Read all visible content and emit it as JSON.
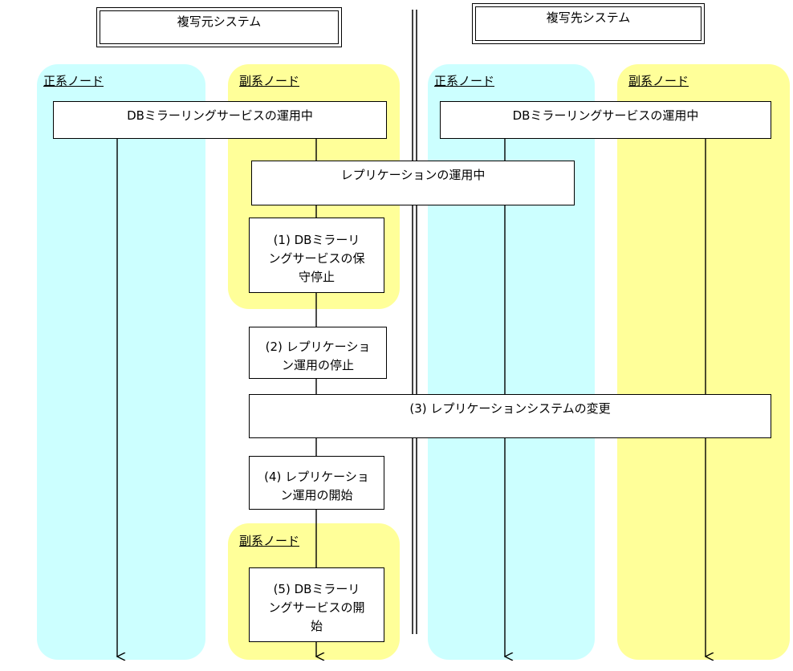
{
  "systems": {
    "source": "複写元システム",
    "target": "複写先システム"
  },
  "lanes": {
    "src_primary": "正系ノード",
    "src_secondary": "副系ノード",
    "src_secondary_2": "副系ノード",
    "tgt_primary": "正系ノード",
    "tgt_secondary": "副系ノード"
  },
  "boxes": {
    "src_db_service": "DBミラーリングサービスの運用中",
    "tgt_db_service": "DBミラーリングサービスの運用中",
    "replication_running": "レプリケーションの運用中",
    "step1": [
      "(1) DBミラーリ",
      "ングサービスの保",
      "守停止"
    ],
    "step2": [
      "(2) レプリケーショ",
      "ン運用の停止"
    ],
    "step3": "(3) レプリケーションシステムの変更",
    "step4": [
      "(4) レプリケーショ",
      "ン運用の開始"
    ],
    "step5": [
      "(5) DBミラーリ",
      "ングサービスの開",
      "始"
    ]
  },
  "colors": {
    "primary_lane": "#ccffff",
    "secondary_lane": "#ffff99"
  }
}
